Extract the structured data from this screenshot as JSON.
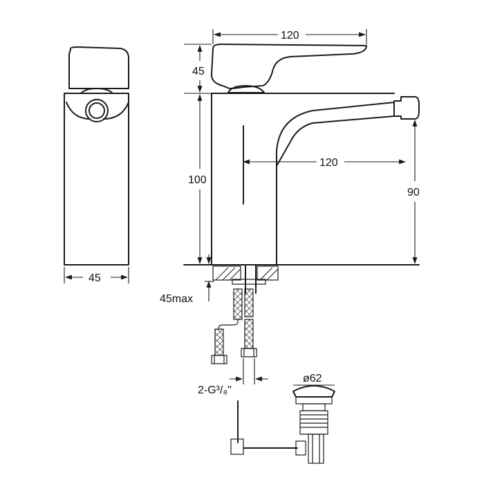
{
  "dimensions": {
    "side_width": "45",
    "handle_length": "120",
    "handle_height": "45",
    "body_height": "100",
    "spout_reach": "120",
    "spout_height": "90",
    "deck_thickness": "45max",
    "hose_thread": "2-G³/₈\"",
    "waste_diameter": "ø62"
  },
  "colors": {
    "line": "#1a1a1a",
    "background": "#ffffff"
  }
}
